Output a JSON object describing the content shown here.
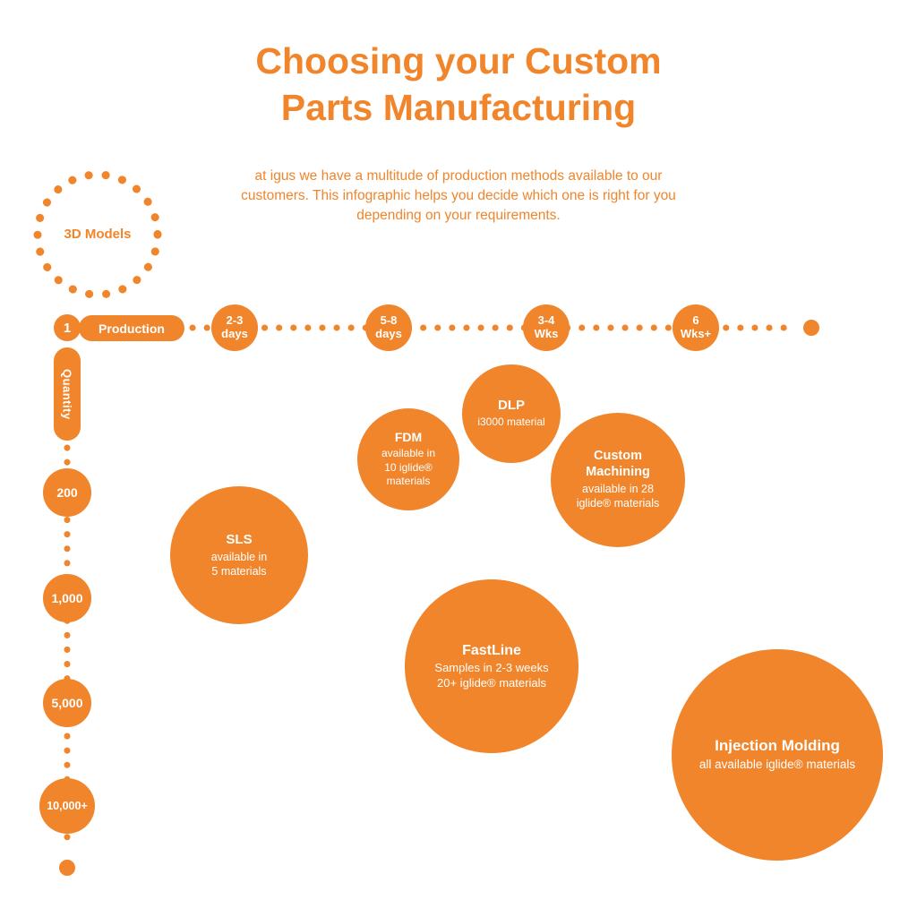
{
  "colors": {
    "accent": "#F0852B",
    "background": "#FFFFFF",
    "text_on_accent": "#FFFFFF"
  },
  "header": {
    "title": "Choosing your Custom\nParts Manufacturing",
    "subtitle": "at igus we have a multitude of production methods available to our customers. This infographic helps you decide which one is right for you depending on your requirements."
  },
  "models_label": "3D Models",
  "chart_data": {
    "type": "bubble",
    "title": "Choosing your Custom Parts Manufacturing",
    "x_axis": {
      "label": "Production",
      "origin": "1",
      "ticks": [
        "2-3\ndays",
        "5-8\ndays",
        "3-4\nWks",
        "6\nWks+"
      ]
    },
    "y_axis": {
      "label": "Quantity",
      "ticks": [
        "200",
        "1,000",
        "5,000",
        "10,000+"
      ]
    },
    "bubbles": [
      {
        "name": "DLP",
        "desc": "i3000 material",
        "production_time": "5-8 days to 3-4 Wks",
        "quantity": "up to 200",
        "radius_px": 55
      },
      {
        "name": "FDM",
        "desc": "available in\n10 iglide®\nmaterials",
        "production_time": "5-8 days",
        "quantity": "up to 200",
        "radius_px": 57
      },
      {
        "name": "Custom Machining",
        "desc": "available in 28\niglide® materials",
        "production_time": "3-4 Wks",
        "quantity": "about 200",
        "radius_px": 75
      },
      {
        "name": "SLS",
        "desc": "available in\n5 materials",
        "production_time": "2-3 days",
        "quantity": "200 to 1,000",
        "radius_px": 77
      },
      {
        "name": "FastLine",
        "desc": "Samples in 2-3 weeks\n20+ iglide® materials",
        "production_time": "1-3 Wks",
        "quantity": "1,000 to 5,000",
        "radius_px": 97
      },
      {
        "name": "Injection Molding",
        "desc": "all available iglide® materials",
        "production_time": "6 Wks+",
        "quantity": "5,000 to 10,000+",
        "radius_px": 118
      }
    ]
  }
}
